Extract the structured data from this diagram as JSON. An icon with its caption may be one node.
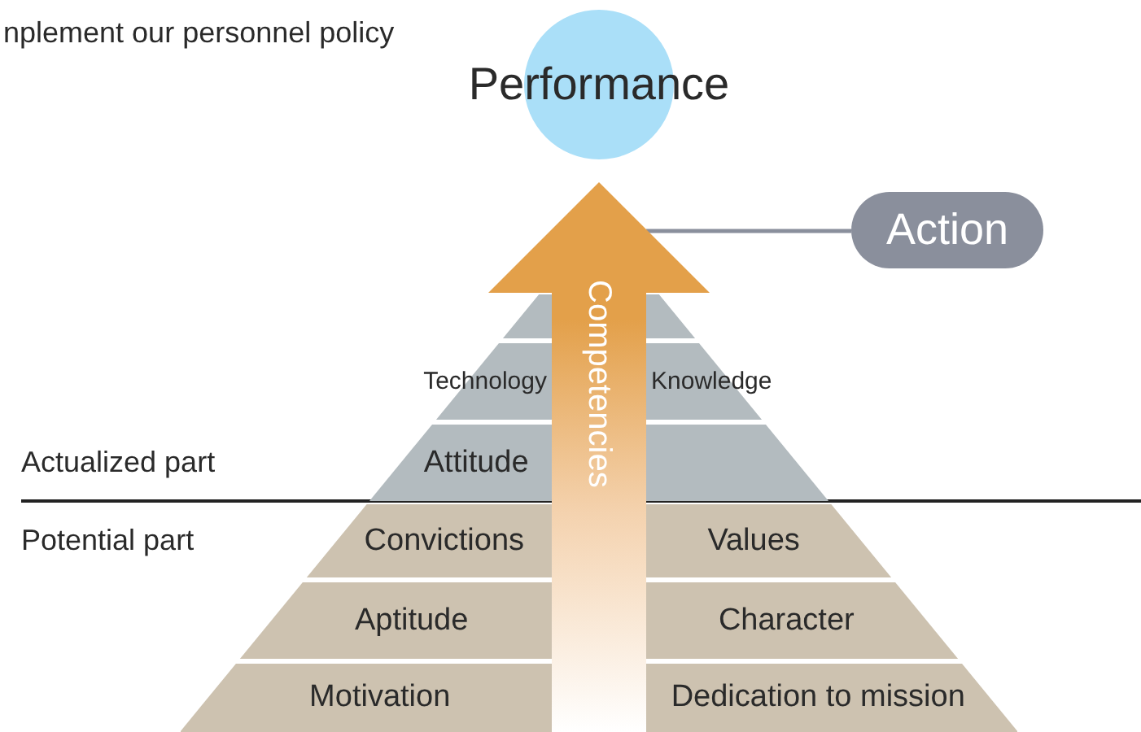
{
  "diagram": {
    "nodes": [
      {
        "text": [
          "Performance"
        ]
      },
      {
        "text": [
          "Action"
        ]
      },
      {
        "text": [
          "Competencies"
        ]
      },
      {
        "text": [],
        "shape": "box"
      },
      {
        "text": [],
        "shape": "box"
      },
      {
        "text": [
          "Technology"
        ]
      },
      {
        "text": [
          "Knowledge"
        ]
      },
      {
        "text": [
          "Attitude"
        ]
      },
      {
        "text": [],
        "shape": "box"
      },
      {
        "text": [
          "Convictions"
        ]
      },
      {
        "text": [
          "Values"
        ]
      },
      {
        "text": [
          "Aptitude"
        ]
      },
      {
        "text": [
          "Character"
        ]
      },
      {
        "text": [
          "Motivation"
        ]
      },
      {
        "text": [
          "Dedication to mission"
        ]
      }
    ],
    "edges": [
      {
        "from": 1,
        "to": 2,
        "arrow": "none"
      }
    ],
    "labels": [
      "nplement our personnel policy",
      "Actualized part",
      "Potential part"
    ]
  }
}
